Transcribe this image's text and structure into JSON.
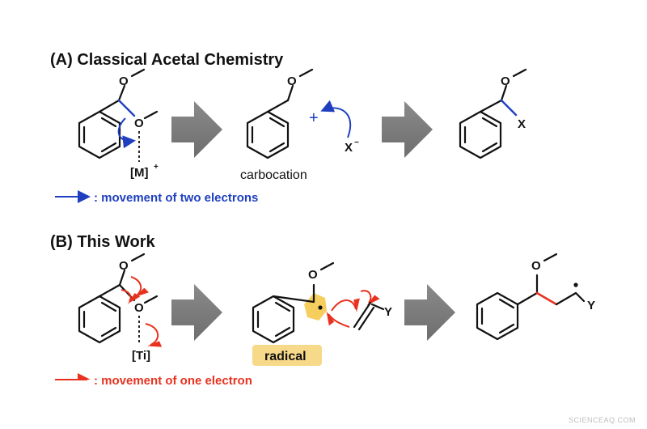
{
  "section_a": {
    "title": "(A) Classical Acetal Chemistry",
    "metal": "[M]",
    "metal_charge": "+",
    "intermediate_label": "carbocation",
    "nucleophile": "X",
    "nucleophile_charge": "−",
    "product_group": "X",
    "oxygen": "O",
    "legend": ": movement of two electrons",
    "arrow_color": "#1f3fbf"
  },
  "section_b": {
    "title": "(B) This Work",
    "metal": "[Ti]",
    "intermediate_label": "radical",
    "alkene_group": "Y",
    "product_group": "Y",
    "oxygen": "O",
    "legend": ": movement of one electron",
    "arrow_color": "#e8321f",
    "highlight_color": "#f5c542"
  },
  "watermark": "SCIENCEAQ.COM"
}
